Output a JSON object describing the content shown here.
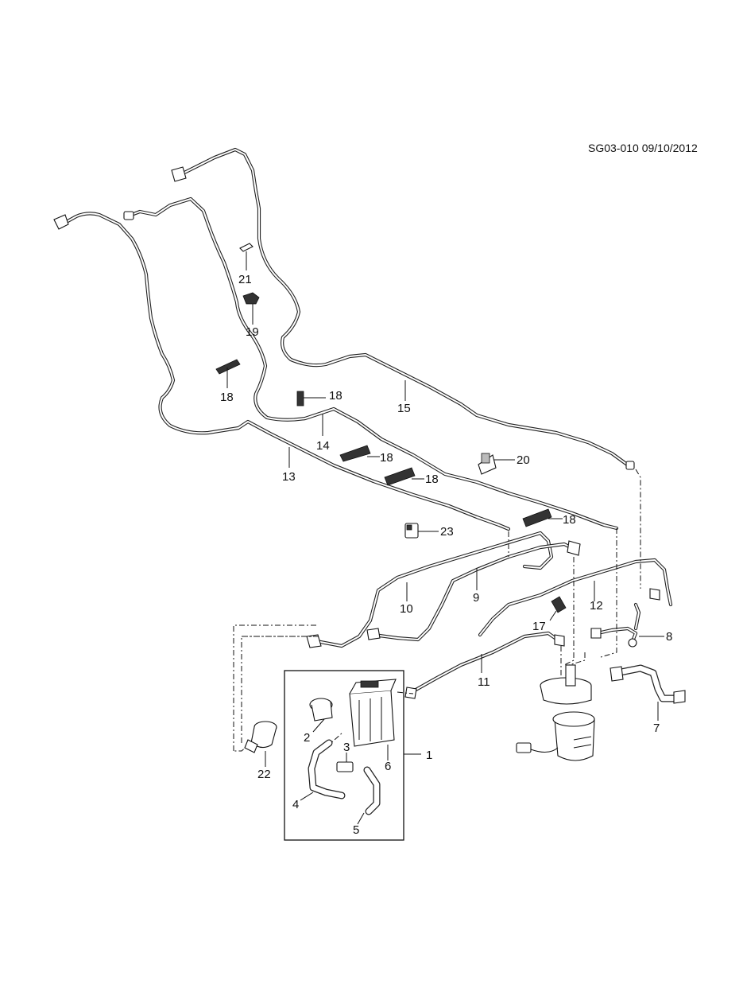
{
  "document_ref": "SG03-010 09/10/2012",
  "callouts": [
    "1",
    "2",
    "3",
    "4",
    "5",
    "6",
    "7",
    "8",
    "9",
    "10",
    "11",
    "12",
    "13",
    "14",
    "15",
    "17",
    "18",
    "18",
    "18",
    "18",
    "18",
    "19",
    "20",
    "21",
    "22",
    "23"
  ]
}
